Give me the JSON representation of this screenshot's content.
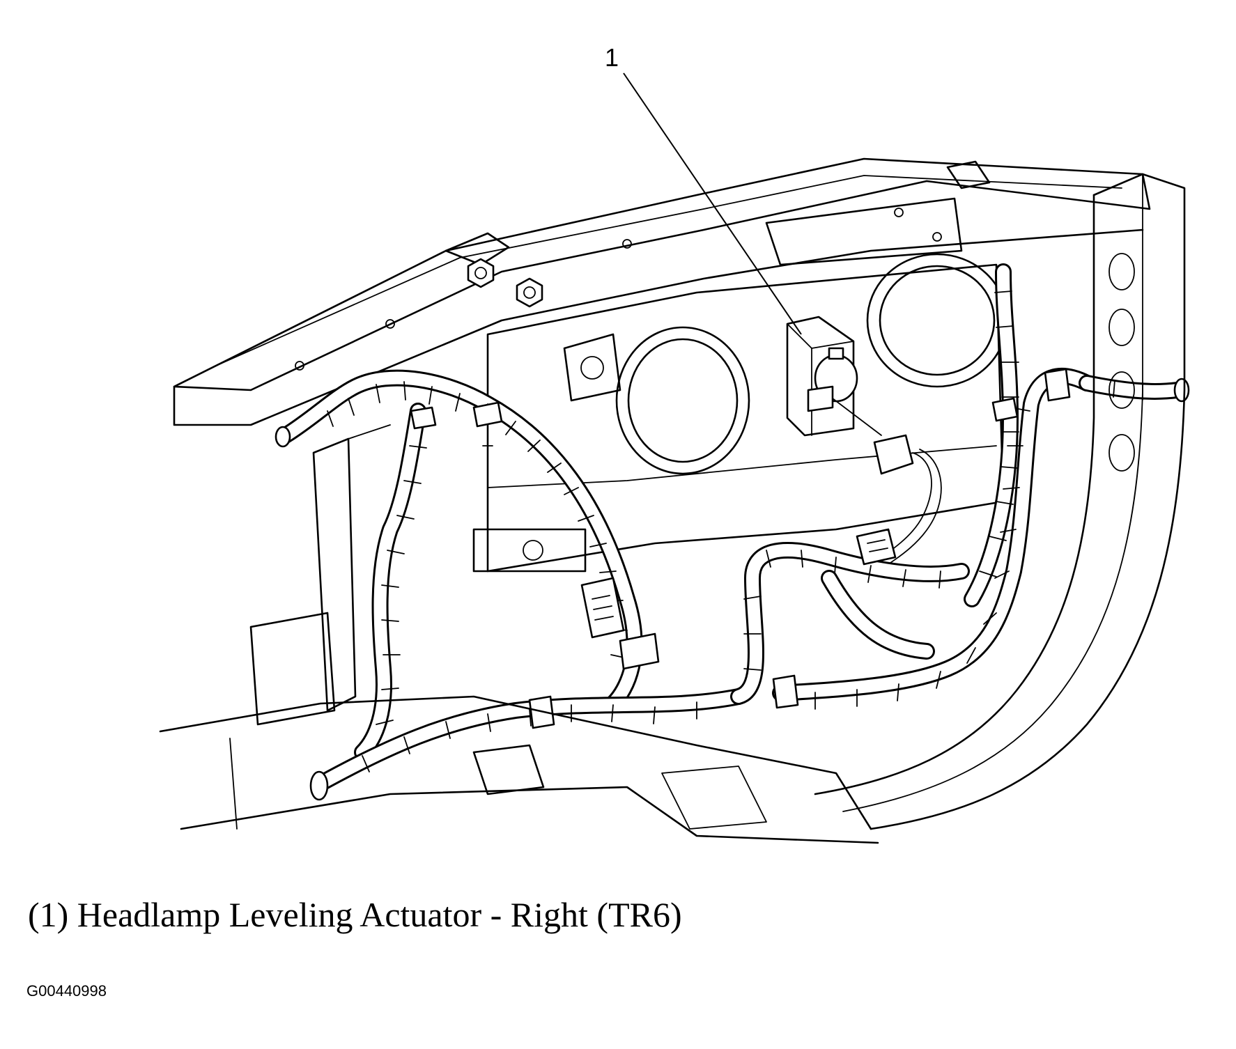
{
  "diagram": {
    "callouts": [
      {
        "number": "1",
        "part": "headlamp-leveling-actuator"
      }
    ]
  },
  "caption": "(1) Headlamp Leveling Actuator - Right (TR6)",
  "figure_id": "G00440998"
}
